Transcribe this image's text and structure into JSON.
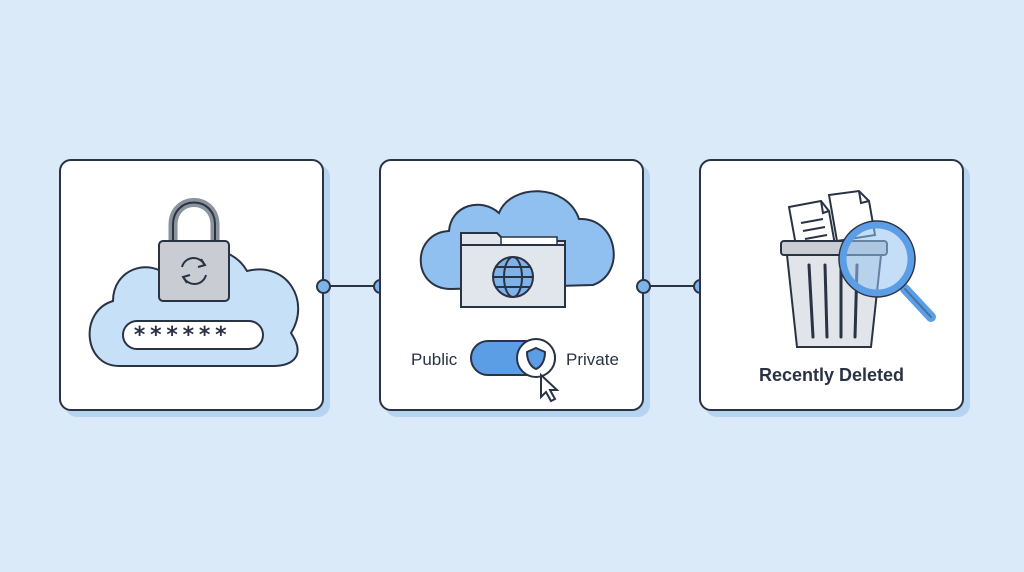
{
  "colors": {
    "background": "#dbeaf8",
    "outline": "#2a3344",
    "accent": "#5b9ee6",
    "cloud_fill": "#b9d8f6",
    "card_shadow": "#b6d3f0"
  },
  "panel_password": {
    "masked_password": "******",
    "icons": [
      "cloud-icon",
      "padlock-icon",
      "refresh-icon",
      "password-field"
    ]
  },
  "panel_privacy": {
    "toggle_left_label": "Public",
    "toggle_right_label": "Private",
    "toggle_state": "private",
    "icons": [
      "cloud-icon",
      "folder-icon",
      "globe-icon",
      "shield-icon",
      "cursor-icon"
    ]
  },
  "panel_deleted": {
    "caption": "Recently Deleted",
    "icons": [
      "trash-can-icon",
      "document-icon",
      "magnifier-icon"
    ]
  }
}
